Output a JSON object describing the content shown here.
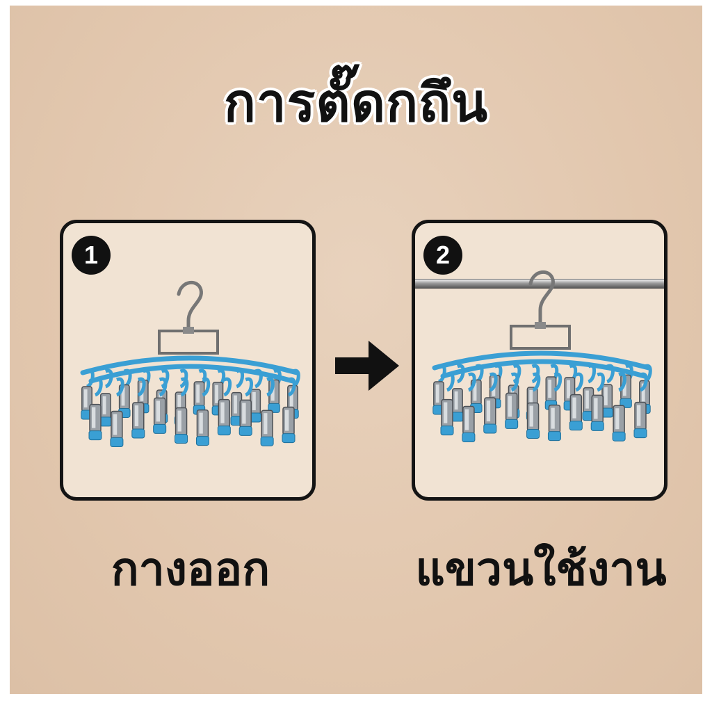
{
  "title": "การตั๊ดกถึน",
  "steps": [
    {
      "number": "1",
      "caption": "กางออก",
      "shows_rod": false
    },
    {
      "number": "2",
      "caption": "แขวนใช้งาน",
      "shows_rod": true
    }
  ],
  "icons": {
    "arrow": "right-arrow-icon",
    "hanger": "clip-hanger-icon",
    "rod": "hanging-rod"
  },
  "colors": {
    "background": "#e2c8b0",
    "panel": "#f1e3d3",
    "clip_accent": "#3a9fd4",
    "outline": "#141414"
  }
}
